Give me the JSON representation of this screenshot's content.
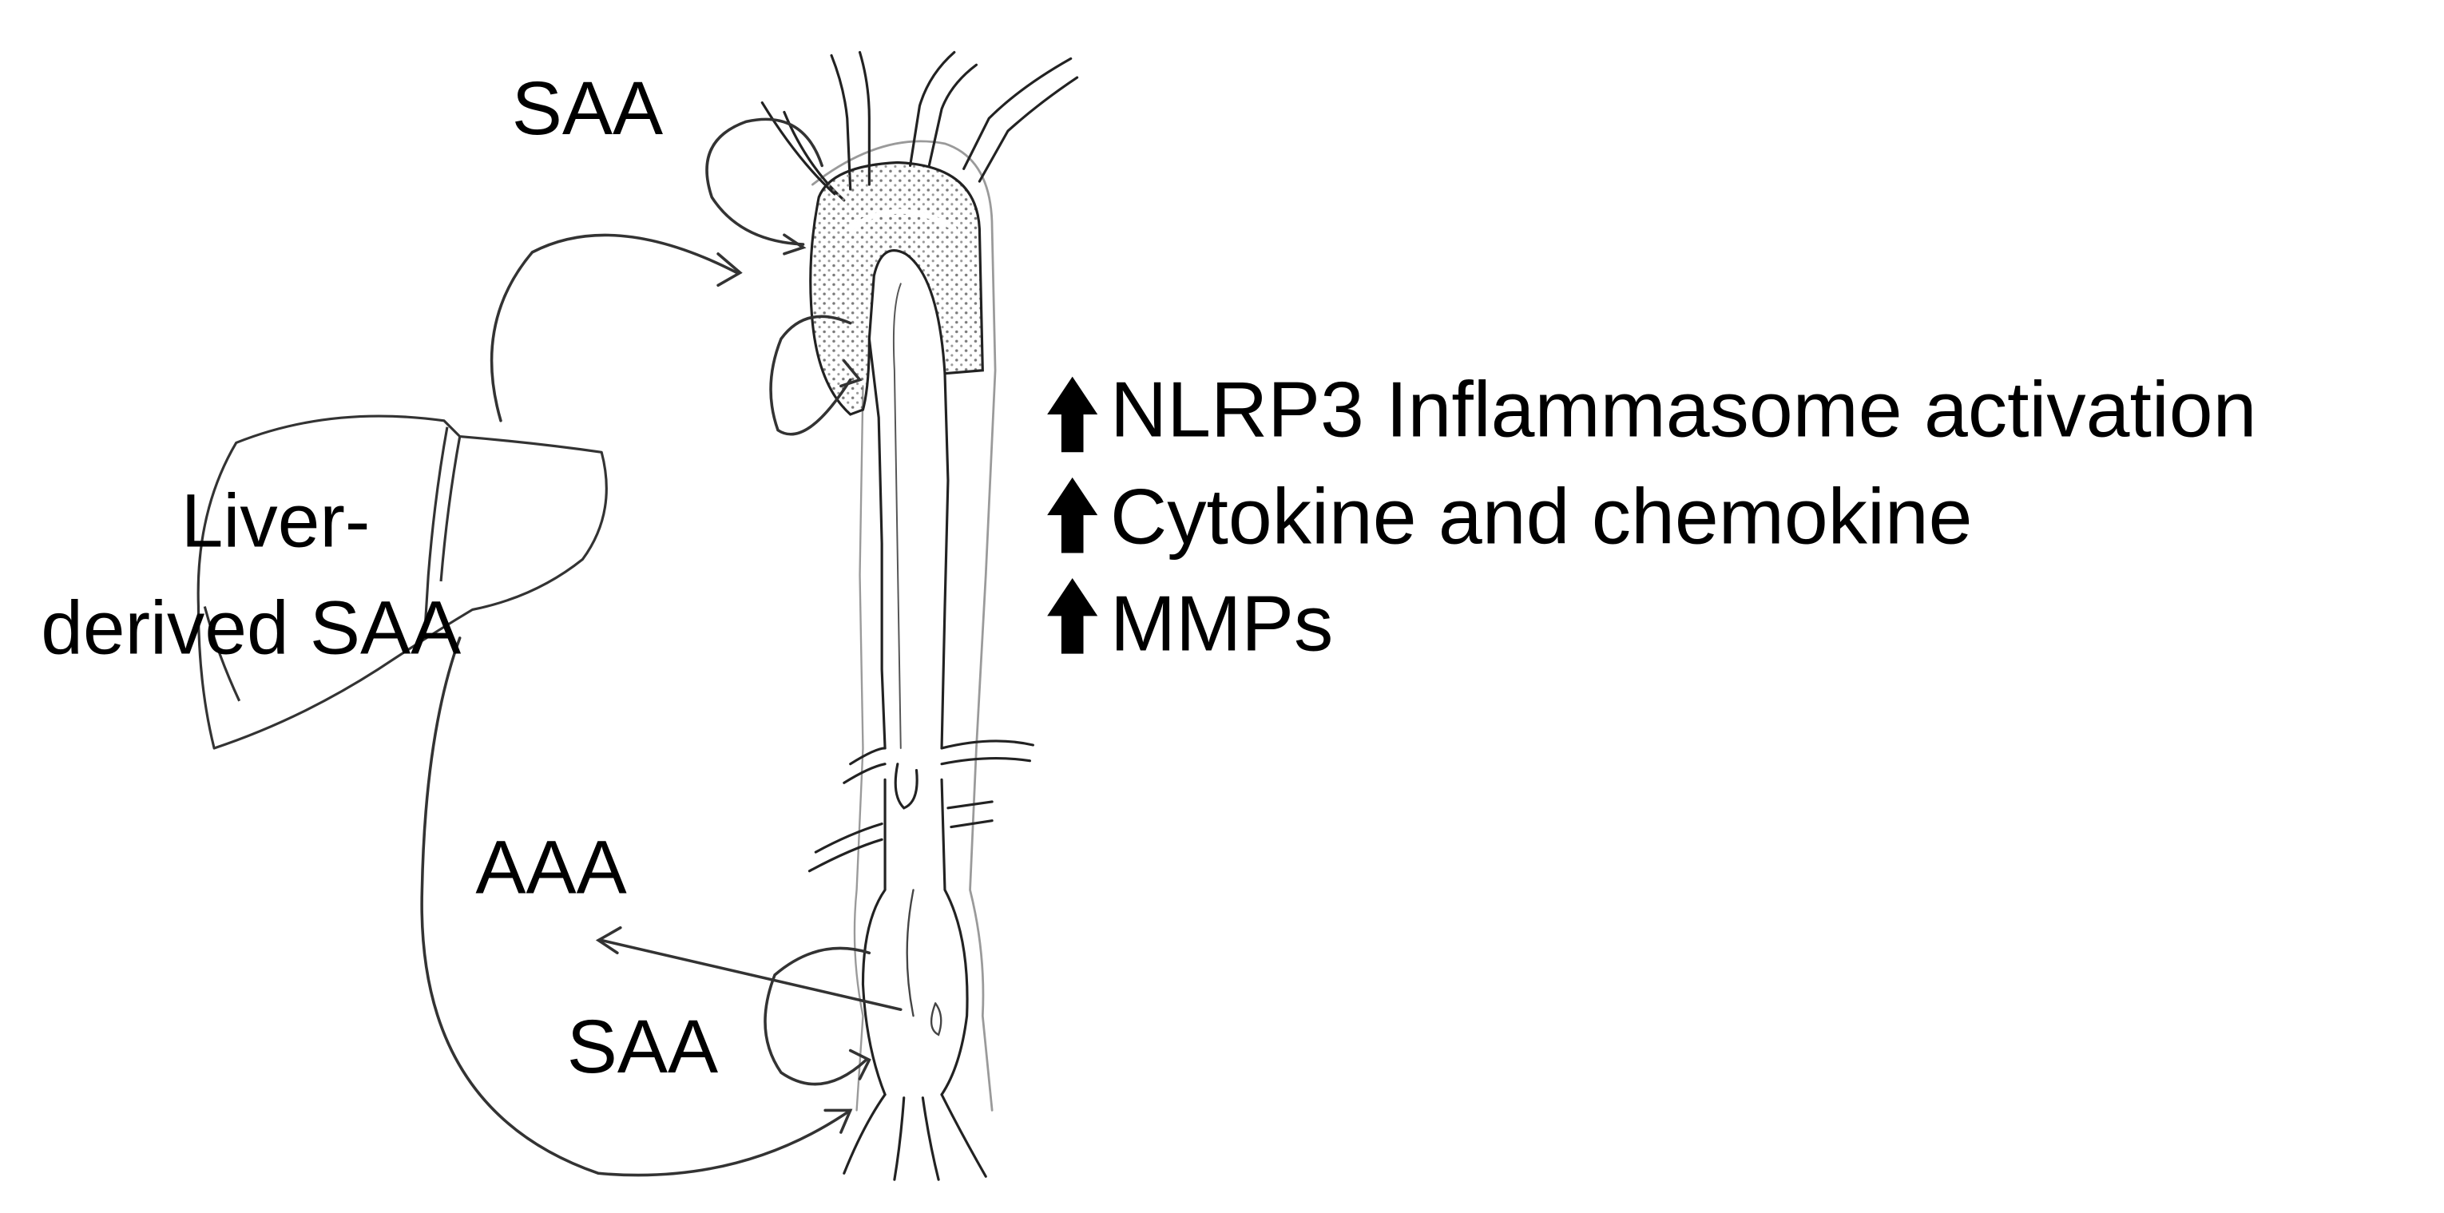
{
  "figure": {
    "labels": {
      "saa_top": "SAA",
      "liver_line1": "Liver-",
      "liver_line2": "derived SAA",
      "aaa": "AAA",
      "saa_bottom": "SAA"
    },
    "effects": [
      {
        "label": "NLRP3 Inflammasome activation"
      },
      {
        "label": "Cytokine and chemokine"
      },
      {
        "label": "MMPs"
      }
    ]
  }
}
